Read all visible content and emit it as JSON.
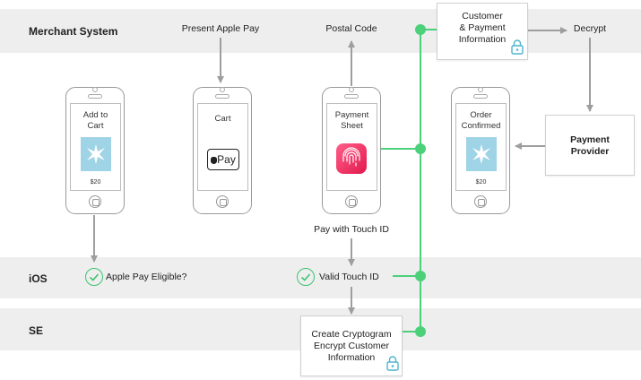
{
  "lanes": {
    "merchant": "Merchant System",
    "ios": "iOS",
    "se": "SE"
  },
  "labels": {
    "present_apple_pay": "Present Apple Pay",
    "postal_code": "Postal Code",
    "decrypt": "Decrypt",
    "pay_with_touch_id": "Pay with Touch ID",
    "apple_pay_eligible": "Apple Pay Eligible?",
    "valid_touch_id": "Valid Touch ID"
  },
  "boxes": {
    "customer_info": [
      "Customer",
      "& Payment",
      "Information"
    ],
    "payment_provider": [
      "Payment",
      "Provider"
    ],
    "cryptogram": [
      "Create Cryptogram",
      "Encrypt Customer",
      "Information"
    ]
  },
  "phones": {
    "add_to_cart": {
      "title": [
        "Add to",
        "Cart"
      ],
      "price": "$20"
    },
    "cart": {
      "title": [
        "Cart"
      ],
      "applepay": "Pay"
    },
    "payment_sheet": {
      "title": [
        "Payment",
        "Sheet"
      ]
    },
    "order_confirmed": {
      "title": [
        "Order",
        "Confirmed"
      ],
      "price": "$20"
    }
  },
  "colors": {
    "lane_band": "#eeeeee",
    "accent_green": "#4cd07a",
    "arrow_gray": "#9e9e9e",
    "product_blue": "#9fd3e6",
    "touch_id_pink": "#e2184d"
  },
  "icons": [
    "lock-icon",
    "check-icon",
    "apple-logo-icon",
    "fingerprint-icon",
    "star-burst-icon"
  ]
}
